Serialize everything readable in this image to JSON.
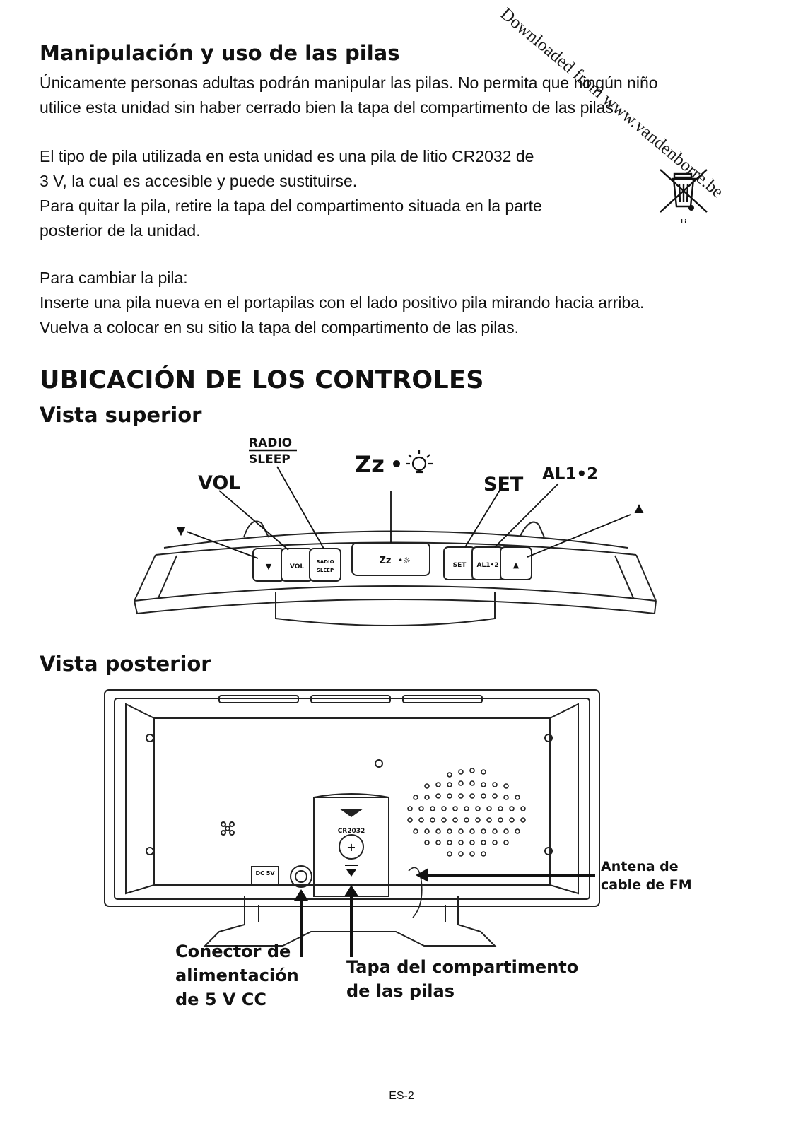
{
  "watermark": "Downloaded from www.vandenborre.be",
  "battery_section": {
    "title": "Manipulación y uso de las pilas",
    "para1_line1": "Únicamente personas adultas podrán manipular las pilas. No permita que ningún niño",
    "para1_line2": "utilice esta unidad sin haber cerrado bien la tapa del compartimento de las pilas.",
    "para2_line1": "El tipo de pila utilizada en esta unidad es una pila de litio CR2032 de",
    "para2_line2": "3 V, la cual es accesible y puede sustituirse.",
    "para3_line1": "Para quitar la pila, retire la tapa del compartimento situada en la parte",
    "para3_line2": "posterior de la unidad.",
    "change_heading": "Para cambiar la pila:",
    "change_line1": "Inserte una pila nueva en el portapilas con el lado positivo pila mirando hacia arriba.",
    "change_line2": "Vuelva a colocar en su sitio la tapa del compartimento de las pilas.",
    "recycle_label": "Li"
  },
  "controls_section": {
    "title": "UBICACIÓN DE LOS CONTROLES",
    "top_view": {
      "title": "Vista superior",
      "label_radio": "RADIO",
      "label_sleep": "SLEEP",
      "label_vol": "VOL",
      "label_snooze": "Zz",
      "label_set": "SET",
      "label_al": "AL1•2",
      "button_vol": "VOL",
      "button_radio": "RADIO",
      "button_sleep": "SLEEP",
      "button_snooze": "Zz",
      "button_set": "SET",
      "button_al": "AL1•2"
    },
    "rear_view": {
      "title": "Vista posterior",
      "battery_model": "CR2032",
      "dc_label": "DC 5V",
      "antenna_line1": "Antena de",
      "antenna_line2": "cable de FM",
      "power_line1": "Conector de",
      "power_line2": "alimentación",
      "power_line3": "de 5 V CC",
      "cover_line1": "Tapa del compartimento",
      "cover_line2": "de las pilas"
    }
  },
  "footer": {
    "page_number": "ES-2"
  }
}
